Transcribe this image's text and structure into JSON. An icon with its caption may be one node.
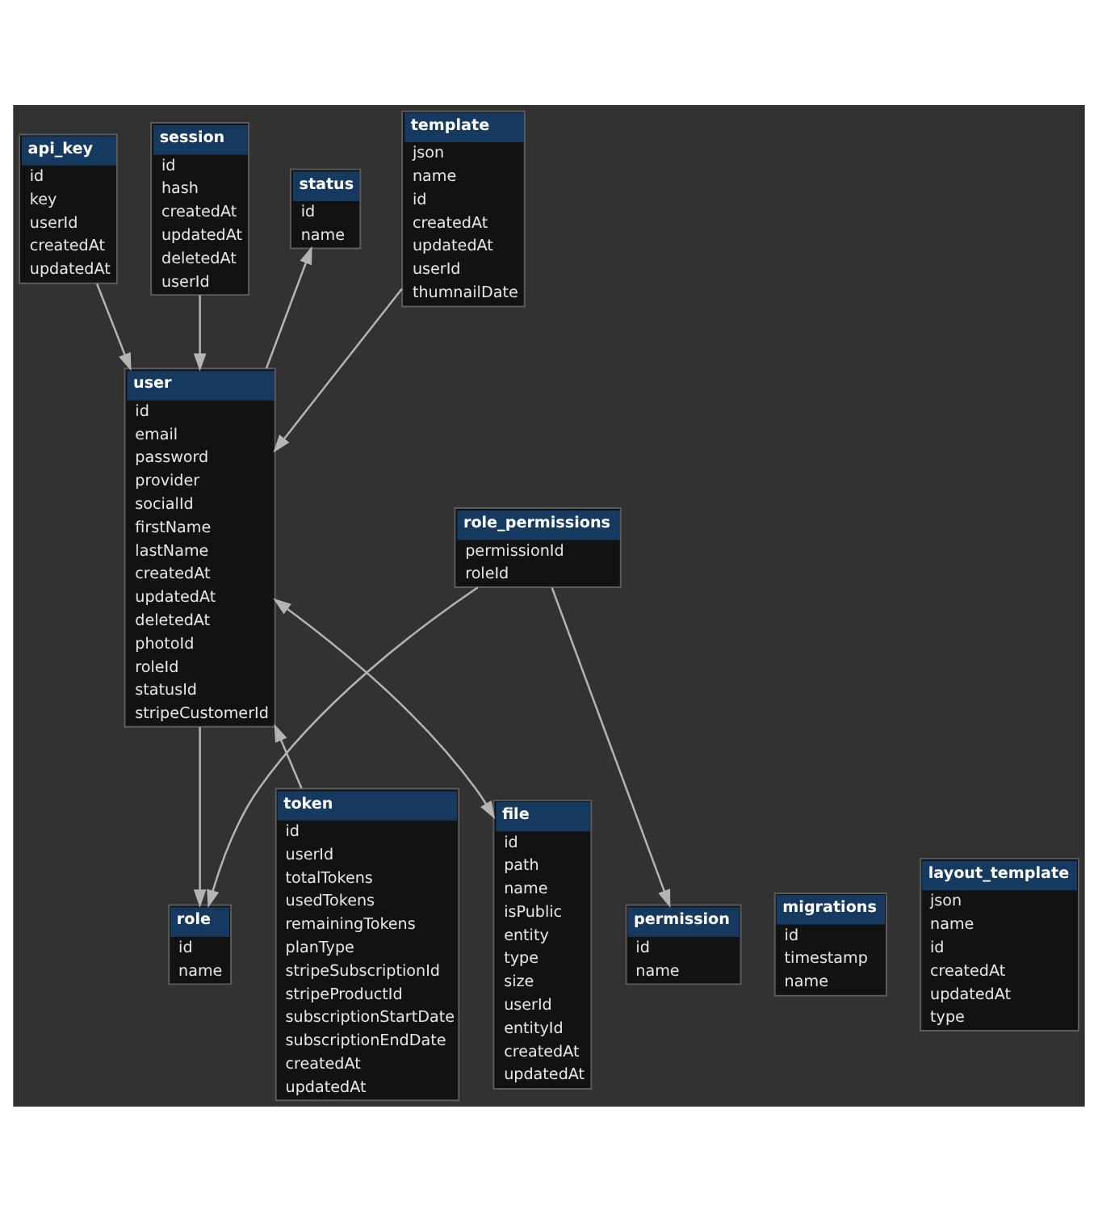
{
  "diagram": {
    "nodes": [
      {
        "text": [
          "api_key",
          "id",
          "key",
          "userId",
          "createdAt",
          "updatedAt"
        ]
      },
      {
        "text": [
          "status",
          "id",
          "name"
        ]
      },
      {
        "text": [
          "session",
          "id",
          "hash",
          "createdAt",
          "updatedAt",
          "deletedAt",
          "userId"
        ]
      },
      {
        "text": [
          "user",
          "id",
          "email",
          "password",
          "provider",
          "socialId",
          "firstName",
          "lastName",
          "createdAt",
          "updatedAt",
          "deletedAt",
          "photoId",
          "roleId",
          "statusId",
          "stripeCustomerId"
        ]
      },
      {
        "text": [
          "template",
          "json",
          "name",
          "id",
          "createdAt",
          "updatedAt",
          "userId",
          "thumnailDate"
        ]
      },
      {
        "text": [
          "role_permissions",
          "permissionId",
          "roleId"
        ]
      },
      {
        "text": [
          "role",
          "id",
          "name"
        ]
      },
      {
        "text": [
          "permission",
          "id",
          "name"
        ]
      },
      {
        "text": [
          "token",
          "id",
          "userId",
          "totalTokens",
          "usedTokens",
          "remainingTokens",
          "planType",
          "stripeSubscriptionId",
          "stripeProductId",
          "subscriptionStartDate",
          "subscriptionEndDate",
          "createdAt",
          "updatedAt"
        ]
      },
      {
        "text": [
          "file",
          "id",
          "path",
          "name",
          "isPublic",
          "entity",
          "type",
          "size",
          "userId",
          "entityId",
          "createdAt",
          "updatedAt"
        ]
      },
      {
        "text": [
          "migrations",
          "id",
          "timestamp",
          "name"
        ]
      },
      {
        "text": [
          "layout_template",
          "json",
          "name",
          "id",
          "createdAt",
          "updatedAt",
          "type"
        ]
      }
    ],
    "edges": [
      {
        "from": 0,
        "to": 3,
        "arrow": "to"
      },
      {
        "from": 3,
        "to": 1,
        "arrow": "to"
      },
      {
        "from": 2,
        "to": 3,
        "arrow": "to"
      },
      {
        "from": 4,
        "to": 3,
        "arrow": "to"
      },
      {
        "from": 8,
        "to": 3,
        "arrow": "to"
      },
      {
        "from": 9,
        "to": 3,
        "arrow": "both"
      },
      {
        "from": 3,
        "to": 6,
        "arrow": "to"
      },
      {
        "from": 5,
        "to": 6,
        "arrow": "to"
      },
      {
        "from": 5,
        "to": 7,
        "arrow": "to"
      }
    ]
  }
}
